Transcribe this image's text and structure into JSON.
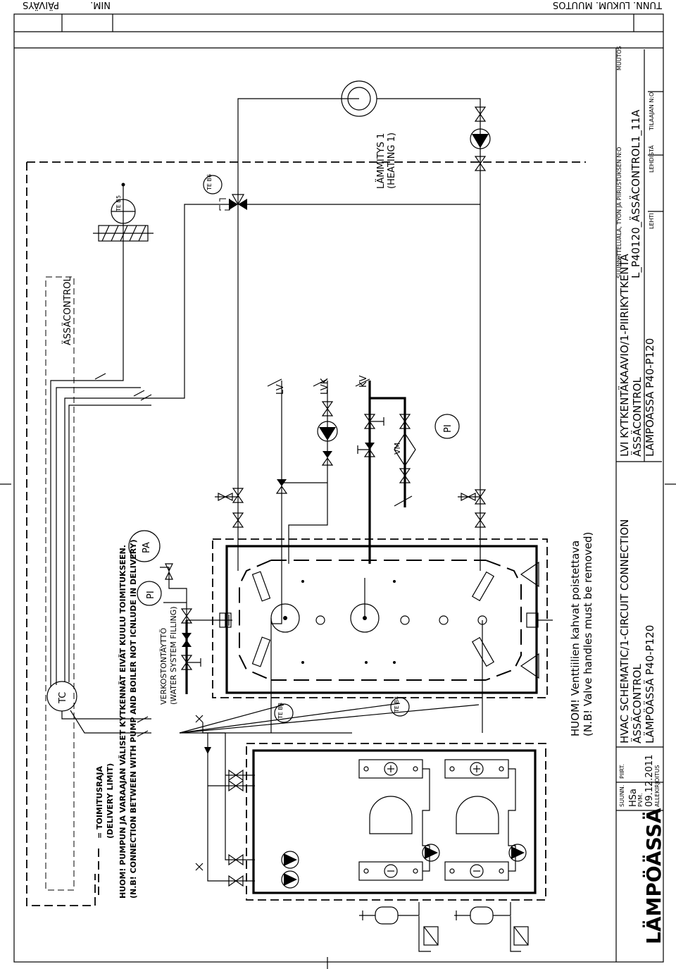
{
  "revision_header": {
    "tunn": "TUNN.",
    "lukum_muutos": "LUKUM. MUUTOS",
    "nim": "NIM.",
    "paivays": "PÄIVÄYS"
  },
  "labels": {
    "tc": "TC",
    "assacontrol": "ÄSSÄCONTROL",
    "te_b5": "TE B5",
    "te_b6": "TE B6",
    "te_b3": "TE B3",
    "te_b4": "TE B4",
    "pa": "PA",
    "pi_top": "PI",
    "pi_mid": "PI",
    "verkosto_fi": "VERKOSTONTÄYTTÖ",
    "verkosto_en": "(WATER SYSTEM FILLING)",
    "lv": "LV",
    "lvk": "LVK",
    "kv": "KV",
    "vm": "VM",
    "heating_fi": "LÄMMITYS 1",
    "heating_en": "(HEATING 1)",
    "huom_fi": "HUOM! Venttiilien kahvat poistettava",
    "huom_en": "(N.B! Valve handles must be removed)"
  },
  "notes": {
    "delivery_fi": "= TOIMITUSRAJA",
    "delivery_en": "(DELIVERY LIMIT)",
    "pump_note_fi": "HUOM! PUMPUN JA VARAAJAN VÄLISET KYTKENNÄT EIVÄT KUULU TOIMITUKSEEN.",
    "pump_note_en": "(N.B! CONNECTION BETWEEN WITH PUMP AND BOILER NOT ICNLUDE IN DELIVERY)"
  },
  "title_block": {
    "company": "LÄMPÖÄSSÄ",
    "suunn_label": "SUUNN.",
    "suunn_value": "HSa",
    "piirt_label": "PIIRT.",
    "pvm_label": "PVM.",
    "pvm_value": "09.12.2011",
    "allekirjoitus_label": "ALLEKIRJOITUS",
    "title_en_1": "HVAC SCHEMATIC/1-CIRCUIT CONNECTION",
    "title_en_2": "ÄSSÄCONTROL",
    "title_en_3": "LÄMPÖÄSSÄ P40-P120",
    "title_fi_1": "LVI KYTKENTÄKAAVIO/1-PIIRIKYTKENTÄ",
    "title_fi_2": "ÄSSÄCONTROL",
    "title_fi_3": "LÄMPÖÄSSÄ P40-P120",
    "field_header": "SUUNNITTELUALA, TYÖN JA PIIRUSTUKSEN N:O",
    "muutos_label": "MUUTOS",
    "drawing_number": "L_P40120_ÄSSÄCONTROL1_11A",
    "lehti_label": "LEHTI",
    "lehtia_label": "LEHDISTÄ",
    "tilaajan_label": "TILAAJAN N:O"
  }
}
